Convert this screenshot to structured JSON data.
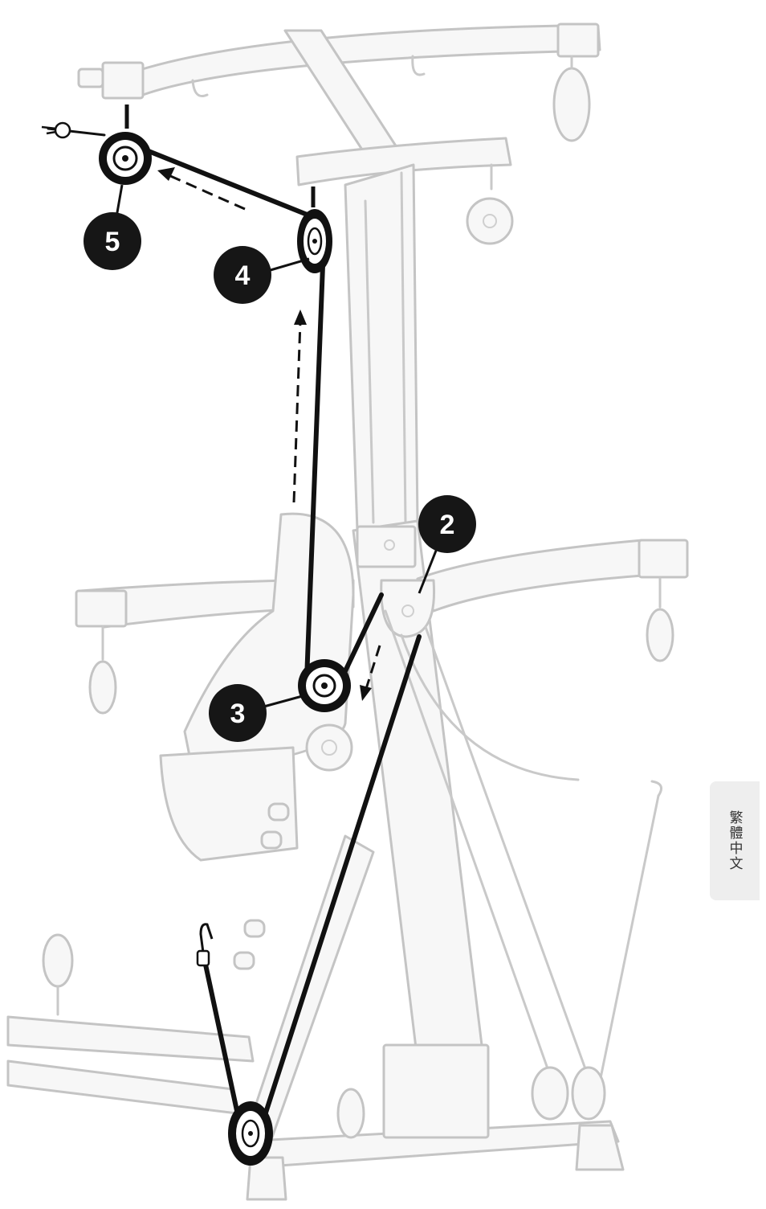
{
  "callouts": {
    "c2": "2",
    "c3": "3",
    "c4": "4",
    "c5": "5"
  },
  "language_tab": {
    "label": "繁體中文"
  },
  "colors": {
    "cable": "#111111",
    "frame_ghost": "#c9c9c9",
    "callout_bg": "#161616",
    "tab_bg": "#eeeeee"
  }
}
